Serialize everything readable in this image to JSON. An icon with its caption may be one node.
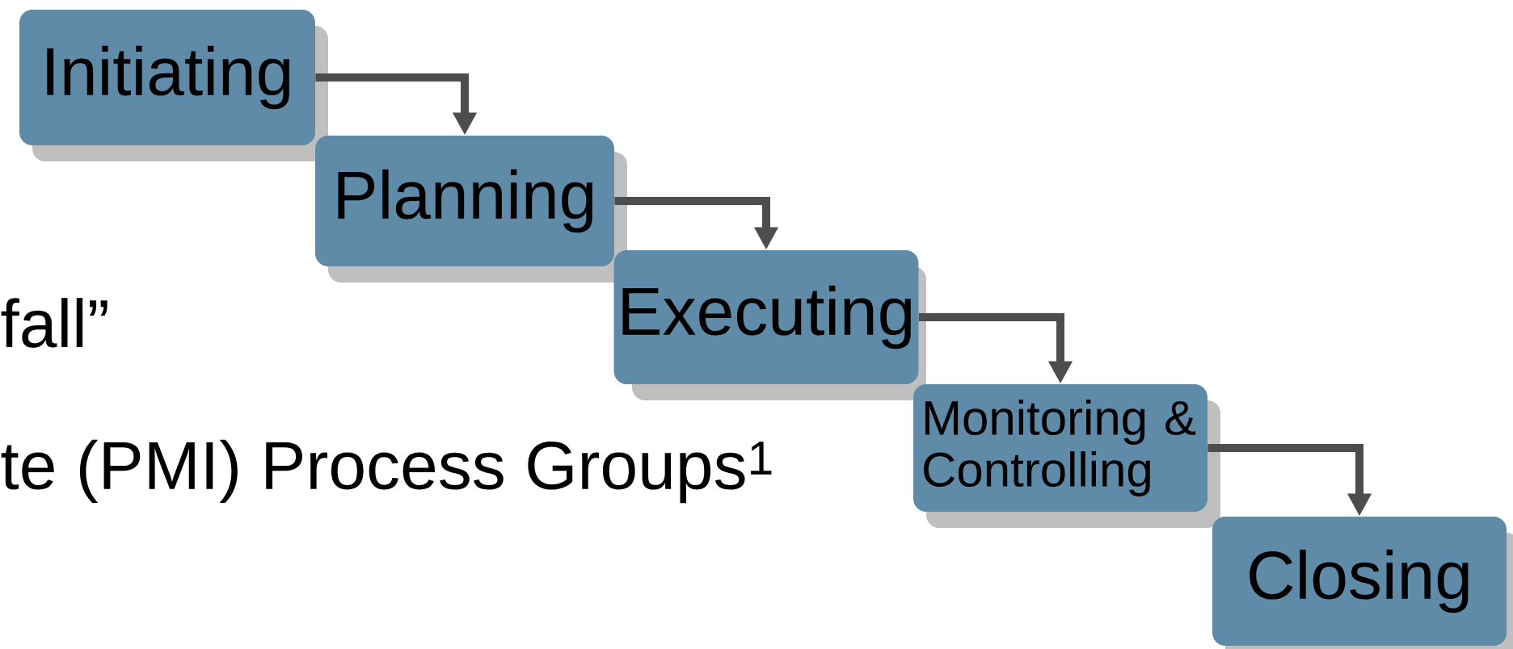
{
  "diagram": {
    "nodes": [
      {
        "text": [
          "Initiating"
        ]
      },
      {
        "text": [
          "Planning"
        ]
      },
      {
        "text": [
          "Executing"
        ]
      },
      {
        "text": [
          "Monitoring & Controlling"
        ]
      },
      {
        "text": [
          "Closing"
        ]
      }
    ],
    "edges": [
      {
        "from": 0,
        "to": 1,
        "arrow": "to"
      },
      {
        "from": 1,
        "to": 2,
        "arrow": "to"
      },
      {
        "from": 2,
        "to": 3,
        "arrow": "to"
      },
      {
        "from": 3,
        "to": 4,
        "arrow": "to"
      }
    ],
    "labels": [
      "fall”",
      "te (PMI) Process Groups$^{1}$"
    ]
  }
}
